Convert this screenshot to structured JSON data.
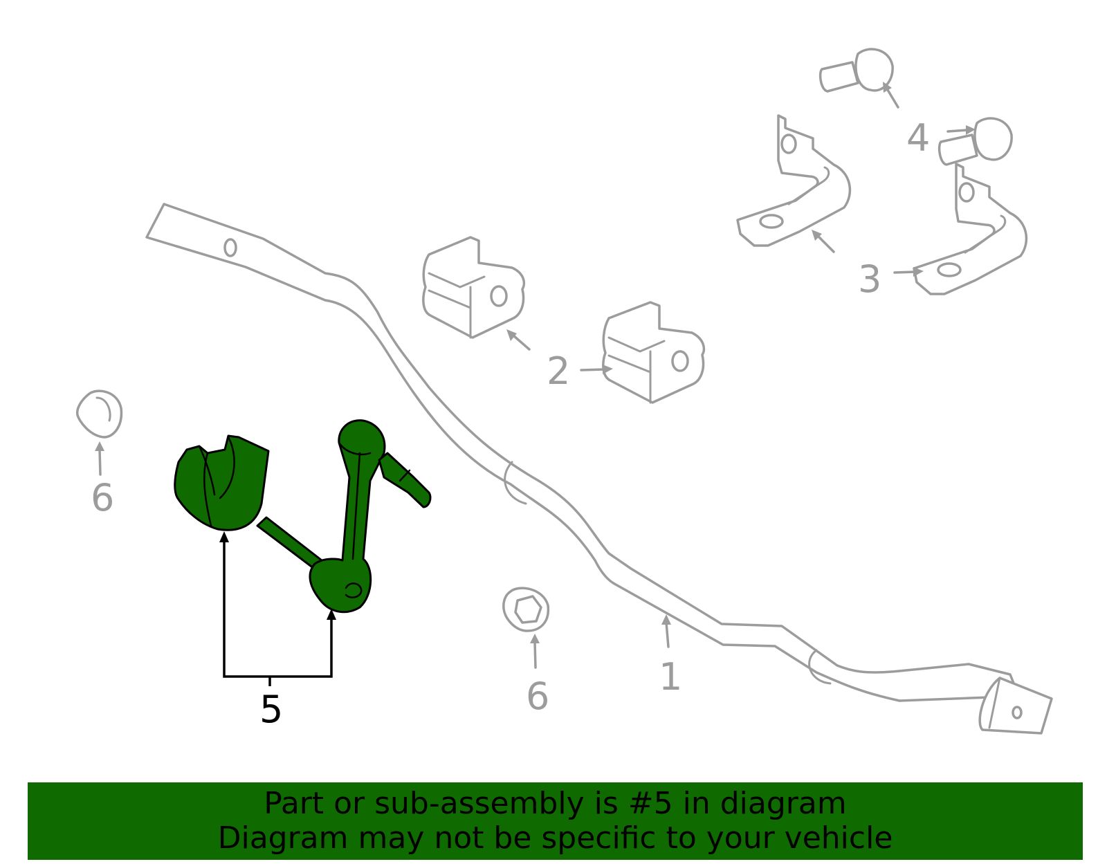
{
  "callouts": {
    "c1": "1",
    "c2": "2",
    "c3": "3",
    "c4": "4",
    "c5": "5",
    "c6_left": "6",
    "c6_center": "6"
  },
  "highlighted_part": "5",
  "banner": {
    "line1": "Part or sub-assembly is #5 in diagram",
    "line2": "Diagram may not be specific to your vehicle"
  },
  "colors": {
    "highlight_fill": "#0f6a00",
    "banner_background": "#0f6a00",
    "part_outline": "#9c9c9c",
    "callout_inactive": "#9c9c9c",
    "callout_active": "#000000"
  }
}
